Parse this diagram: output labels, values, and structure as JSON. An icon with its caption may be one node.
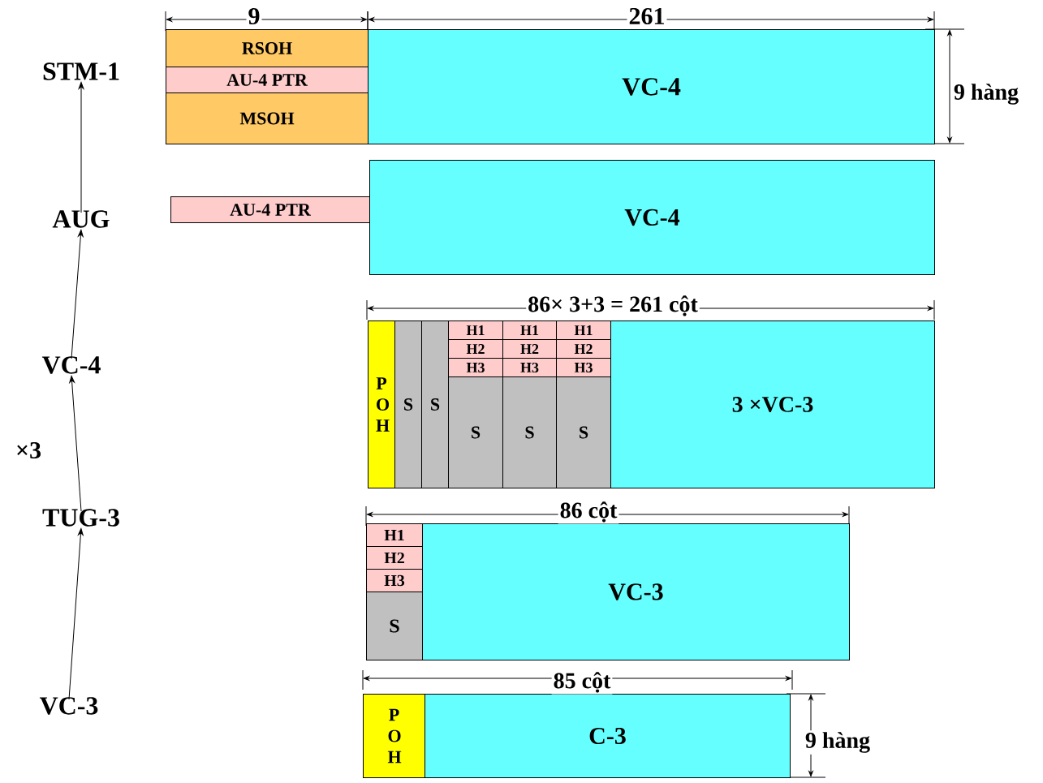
{
  "diagram": {
    "nodes": [
      {
        "text": [
          "STM-1"
        ]
      },
      {
        "text": [
          "RSOH"
        ]
      },
      {
        "text": [
          "AU-4 PTR"
        ]
      },
      {
        "text": [
          "MSOH"
        ]
      },
      {
        "text": [
          "VC-4"
        ]
      },
      {
        "text": [
          "AUG"
        ]
      },
      {
        "text": [
          "AU-4 PTR"
        ]
      },
      {
        "text": [
          "VC-4"
        ]
      },
      {
        "text": [
          "VC-4"
        ]
      },
      {
        "text": [
          "P O H"
        ]
      },
      {
        "text": [
          "S"
        ]
      },
      {
        "text": [
          "S"
        ]
      },
      {
        "text": [
          "H1"
        ]
      },
      {
        "text": [
          "H1"
        ]
      },
      {
        "text": [
          "H1"
        ]
      },
      {
        "text": [
          "H2"
        ]
      },
      {
        "text": [
          "H2"
        ]
      },
      {
        "text": [
          "H2"
        ]
      },
      {
        "text": [
          "H3"
        ]
      },
      {
        "text": [
          "H3"
        ]
      },
      {
        "text": [
          "H3"
        ]
      },
      {
        "text": [
          "S"
        ]
      },
      {
        "text": [
          "S"
        ]
      },
      {
        "text": [
          "S"
        ]
      },
      {
        "text": [
          "3 ×VC-3"
        ]
      },
      {
        "text": [
          "TUG-3"
        ]
      },
      {
        "text": [
          "H1"
        ]
      },
      {
        "text": [
          "H2"
        ]
      },
      {
        "text": [
          "H3"
        ]
      },
      {
        "text": [
          "S"
        ]
      },
      {
        "text": [
          "VC-3"
        ]
      },
      {
        "text": [
          "VC-3"
        ]
      },
      {
        "text": [
          "P O H"
        ]
      },
      {
        "text": [
          "C-3"
        ]
      }
    ],
    "edges": [
      {
        "from": 31,
        "to": 25,
        "arrow": "to"
      },
      {
        "from": 25,
        "to": 8,
        "arrow": "to",
        "label": "×3"
      },
      {
        "from": 8,
        "to": 5,
        "arrow": "to"
      },
      {
        "from": 5,
        "to": 0,
        "arrow": "to"
      }
    ],
    "labels": [
      "9",
      "261",
      "9 hàng",
      "86× 3+3 = 261 cột",
      "86 cột",
      "85 cột",
      "9 hàng"
    ]
  }
}
